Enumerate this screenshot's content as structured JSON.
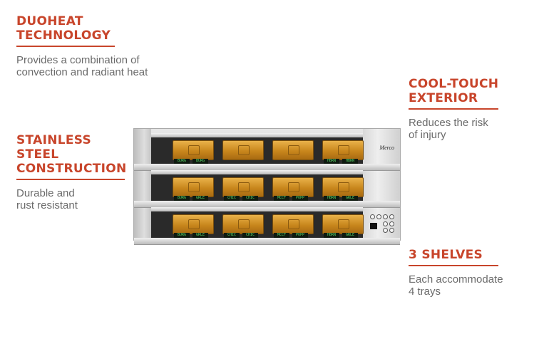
{
  "features": [
    {
      "title_line1": "DUOHEAT",
      "title_line2": "TECHNOLOGY",
      "desc_line1": "Provides a combination of",
      "desc_line2": "convection and radiant heat"
    },
    {
      "title_line1": "STAINLESS",
      "title_line2": "STEEL",
      "title_line3": "CONSTRUCTION",
      "desc_line1": "Durable and",
      "desc_line2": "rust resistant"
    },
    {
      "title_line1": "COOL-TOUCH",
      "title_line2": "EXTERIOR",
      "desc_line1": "Reduces the risk",
      "desc_line2": "of injury"
    },
    {
      "title_line1": "3 SHELVES",
      "desc_line1": "Each accommodate",
      "desc_line2": "4 trays"
    }
  ],
  "product": {
    "brand_logo": "Merco",
    "colors": {
      "title_accent": "#c8452b",
      "tray_amber": "#d4922a"
    },
    "shelves": [
      {
        "displays": [
          "BURG",
          "BURG",
          "",
          "",
          "",
          "",
          "HBRN",
          "HBRN"
        ]
      },
      {
        "displays": [
          "BURG",
          "GRLE",
          "CHIC",
          "CHIC",
          "MCCF",
          "POPP",
          "HBRN",
          "GRLE"
        ]
      },
      {
        "displays": [
          "BURG",
          "GRLE",
          "CHIC",
          "CHIC",
          "MCCF",
          "POPP",
          "HBRN",
          "GRLE"
        ]
      }
    ]
  }
}
